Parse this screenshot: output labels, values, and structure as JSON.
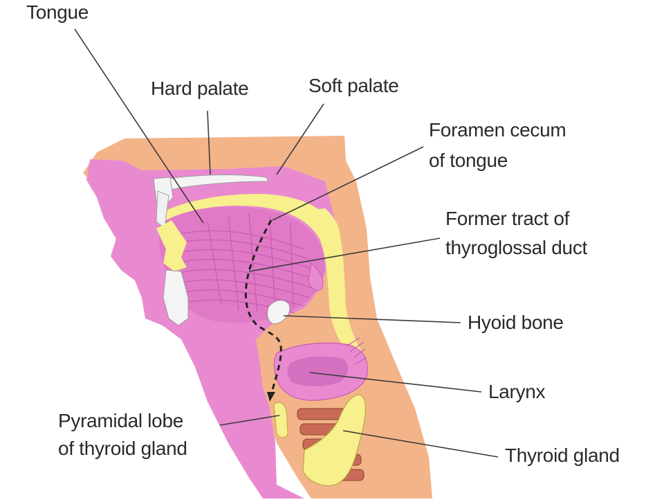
{
  "labels": {
    "tongue": "Tongue",
    "hard_palate": "Hard palate",
    "soft_palate": "Soft palate",
    "foramen_cecum_line1": "Foramen cecum",
    "foramen_cecum_line2": "of tongue",
    "former_tract_line1": "Former tract of",
    "former_tract_line2": "thyroglossal duct",
    "hyoid_bone": "Hyoid bone",
    "larynx": "Larynx",
    "pyramidal_lobe_line1": "Pyramidal lobe",
    "pyramidal_lobe_line2": "of thyroid gland",
    "thyroid_gland": "Thyroid gland"
  },
  "colors": {
    "skin": "#f3b48a",
    "tissue": "#e98ad0",
    "tissue_dark": "#c85ab0",
    "yellow": "#f7f08c",
    "bone": "#f4f4f4",
    "cartilage_red": "#c86a56",
    "leader": "#3a3a3a"
  }
}
